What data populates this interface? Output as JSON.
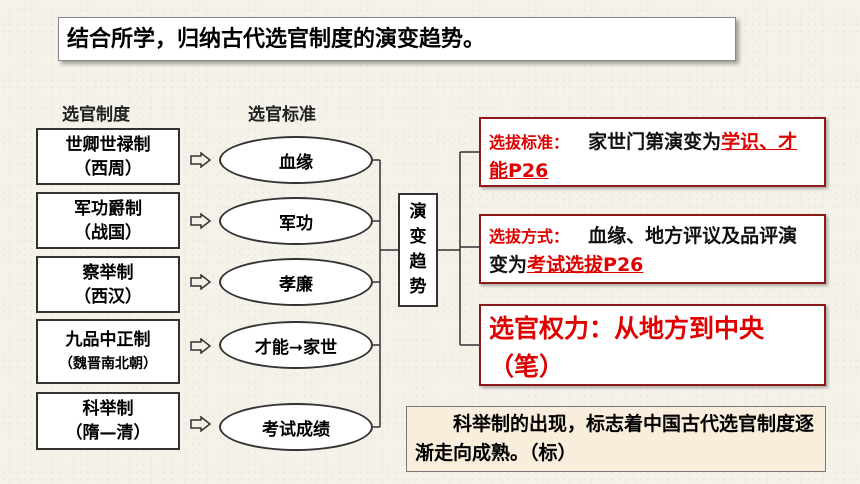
{
  "title": "结合所学，归纳古代选官制度的演变趋势。",
  "headers": {
    "systems": "选官制度",
    "standards": "选官标准"
  },
  "systems": [
    {
      "name": "世卿世禄制",
      "period": "（西周）"
    },
    {
      "name": "军功爵制",
      "period": "（战国）"
    },
    {
      "name": "察举制",
      "period": "（西汉）"
    },
    {
      "name": "九品中正制",
      "period": "（魏晋南北朝）"
    },
    {
      "name": "科举制",
      "period": "（隋—清）"
    }
  ],
  "standards": [
    "血缘",
    "军功",
    "孝廉",
    "才能➞家世",
    "考试成绩"
  ],
  "trend": [
    "演",
    "变",
    "趋",
    "势"
  ],
  "boxes": {
    "standard": {
      "label": "选拔标准：",
      "text": "家世门第演变为",
      "highlight": "学识、才能P26"
    },
    "method": {
      "label": "选拔方式：",
      "text": "血缘、地方评议及品评演变为",
      "highlight": "考试选拔P26"
    },
    "power": {
      "text": "选官权力：从地方到中央",
      "note": "（笔）"
    }
  },
  "conclusion": "科举制的出现，标志着中国古代选官制度逐渐走向成熟。（标）",
  "colors": {
    "accent_red": "#e00000",
    "border_dark_red": "#8b1a1a",
    "note_bg": "#f8eedb"
  }
}
